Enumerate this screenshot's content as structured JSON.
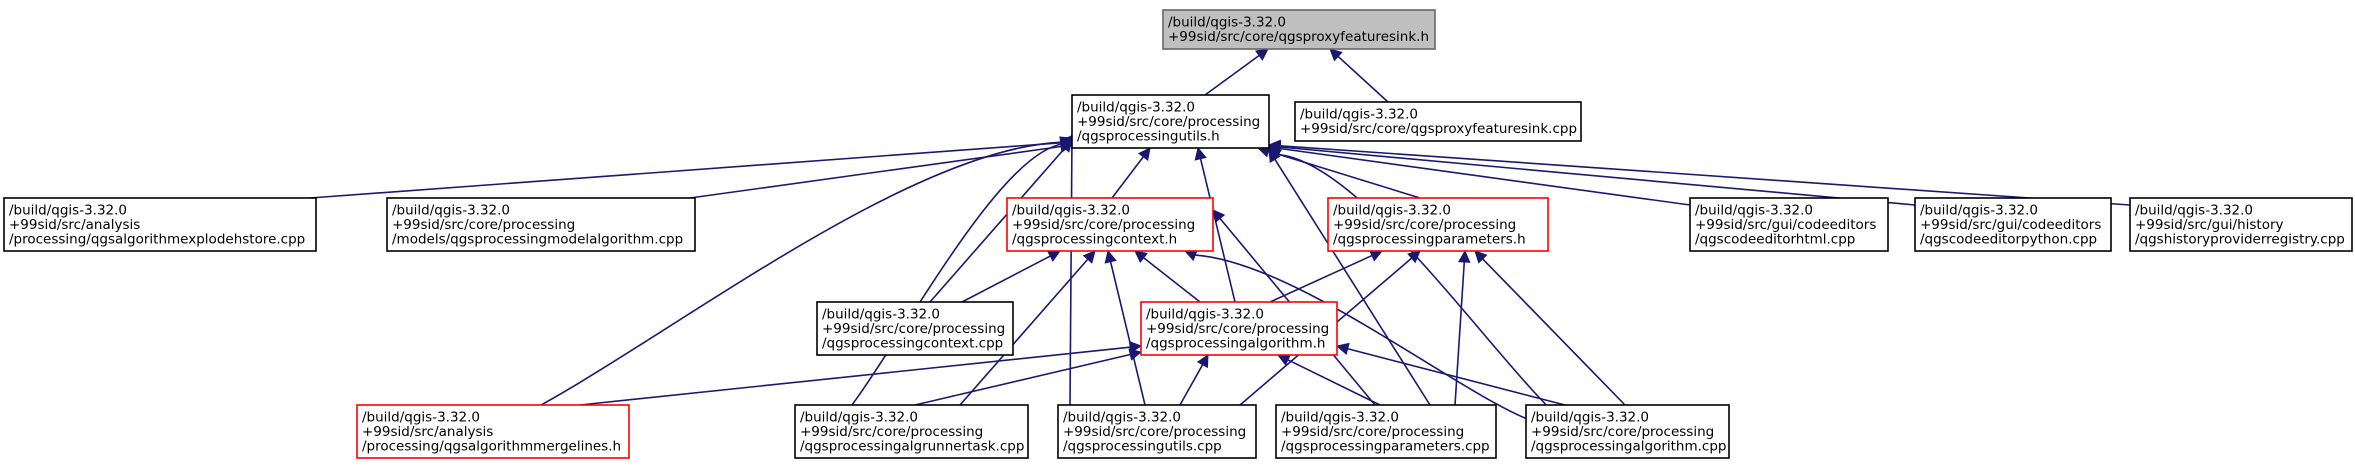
{
  "colors": {
    "edge": "#191970",
    "root_fill": "#bfbfbf",
    "root_border": "#666666",
    "normal_border": "#000000",
    "incomplete_border": "#ff0000"
  },
  "nodes": [
    {
      "id": "root",
      "style": "root",
      "lines": [
        "/build/qgis-3.32.0",
        "+99sid/src/core/qgsproxyfeaturesink.h"
      ]
    },
    {
      "id": "utils_h",
      "style": "normal",
      "lines": [
        "/build/qgis-3.32.0",
        "+99sid/src/core/processing",
        "/qgsprocessingutils.h"
      ]
    },
    {
      "id": "sink_cpp",
      "style": "normal",
      "lines": [
        "/build/qgis-3.32.0",
        "+99sid/src/core/qgsproxyfeaturesink.cpp"
      ]
    },
    {
      "id": "explode",
      "style": "normal",
      "lines": [
        "/build/qgis-3.32.0",
        "+99sid/src/analysis",
        "/processing/qgsalgorithmexplodehstore.cpp"
      ]
    },
    {
      "id": "modelalg",
      "style": "normal",
      "lines": [
        "/build/qgis-3.32.0",
        "+99sid/src/core/processing",
        "/models/qgsprocessingmodelalgorithm.cpp"
      ]
    },
    {
      "id": "context_h",
      "style": "red",
      "lines": [
        "/build/qgis-3.32.0",
        "+99sid/src/core/processing",
        "/qgsprocessingcontext.h"
      ]
    },
    {
      "id": "params_h",
      "style": "red",
      "lines": [
        "/build/qgis-3.32.0",
        "+99sid/src/core/processing",
        "/qgsprocessingparameters.h"
      ]
    },
    {
      "id": "codehtml",
      "style": "normal",
      "lines": [
        "/build/qgis-3.32.0",
        "+99sid/src/gui/codeeditors",
        "/qgscodeeditorhtml.cpp"
      ]
    },
    {
      "id": "codepy",
      "style": "normal",
      "lines": [
        "/build/qgis-3.32.0",
        "+99sid/src/gui/codeeditors",
        "/qgscodeeditorpython.cpp"
      ]
    },
    {
      "id": "history",
      "style": "normal",
      "lines": [
        "/build/qgis-3.32.0",
        "+99sid/src/gui/history",
        "/qgshistoryproviderregistry.cpp"
      ]
    },
    {
      "id": "context_cpp",
      "style": "normal",
      "lines": [
        "/build/qgis-3.32.0",
        "+99sid/src/core/processing",
        "/qgsprocessingcontext.cpp"
      ]
    },
    {
      "id": "alg_h",
      "style": "red",
      "lines": [
        "/build/qgis-3.32.0",
        "+99sid/src/core/processing",
        "/qgsprocessingalgorithm.h"
      ]
    },
    {
      "id": "mergelines",
      "style": "red",
      "lines": [
        "/build/qgis-3.32.0",
        "+99sid/src/analysis",
        "/processing/qgsalgorithmmergelines.h"
      ]
    },
    {
      "id": "runner",
      "style": "normal",
      "lines": [
        "/build/qgis-3.32.0",
        "+99sid/src/core/processing",
        "/qgsprocessingalgrunnertask.cpp"
      ]
    },
    {
      "id": "utils_cpp",
      "style": "normal",
      "lines": [
        "/build/qgis-3.32.0",
        "+99sid/src/core/processing",
        "/qgsprocessingutils.cpp"
      ]
    },
    {
      "id": "params_cpp",
      "style": "normal",
      "lines": [
        "/build/qgis-3.32.0",
        "+99sid/src/core/processing",
        "/qgsprocessingparameters.cpp"
      ]
    },
    {
      "id": "alg_cpp",
      "style": "normal",
      "lines": [
        "/build/qgis-3.32.0",
        "+99sid/src/core/processing",
        "/qgsprocessingalgorithm.cpp"
      ]
    }
  ],
  "edges": [
    {
      "from": "utils_h",
      "to": "root"
    },
    {
      "from": "sink_cpp",
      "to": "root"
    },
    {
      "from": "explode",
      "to": "utils_h"
    },
    {
      "from": "modelalg",
      "to": "utils_h"
    },
    {
      "from": "context_h",
      "to": "utils_h"
    },
    {
      "from": "params_h",
      "to": "utils_h"
    },
    {
      "from": "codehtml",
      "to": "utils_h"
    },
    {
      "from": "codepy",
      "to": "utils_h"
    },
    {
      "from": "history",
      "to": "utils_h"
    },
    {
      "from": "context_cpp",
      "to": "utils_h"
    },
    {
      "from": "alg_h",
      "to": "utils_h"
    },
    {
      "from": "mergelines",
      "to": "utils_h"
    },
    {
      "from": "runner",
      "to": "utils_h"
    },
    {
      "from": "utils_cpp",
      "to": "utils_h"
    },
    {
      "from": "params_cpp",
      "to": "utils_h"
    },
    {
      "from": "alg_cpp",
      "to": "utils_h"
    },
    {
      "from": "context_cpp",
      "to": "context_h"
    },
    {
      "from": "alg_h",
      "to": "context_h"
    },
    {
      "from": "runner",
      "to": "context_h"
    },
    {
      "from": "utils_cpp",
      "to": "context_h"
    },
    {
      "from": "params_cpp",
      "to": "context_h"
    },
    {
      "from": "alg_cpp",
      "to": "context_h"
    },
    {
      "from": "alg_h",
      "to": "params_h"
    },
    {
      "from": "utils_cpp",
      "to": "params_h"
    },
    {
      "from": "params_cpp",
      "to": "params_h"
    },
    {
      "from": "alg_cpp",
      "to": "params_h"
    },
    {
      "from": "mergelines",
      "to": "alg_h"
    },
    {
      "from": "runner",
      "to": "alg_h"
    },
    {
      "from": "utils_cpp",
      "to": "alg_h"
    },
    {
      "from": "params_cpp",
      "to": "alg_h"
    },
    {
      "from": "alg_cpp",
      "to": "alg_h"
    }
  ]
}
